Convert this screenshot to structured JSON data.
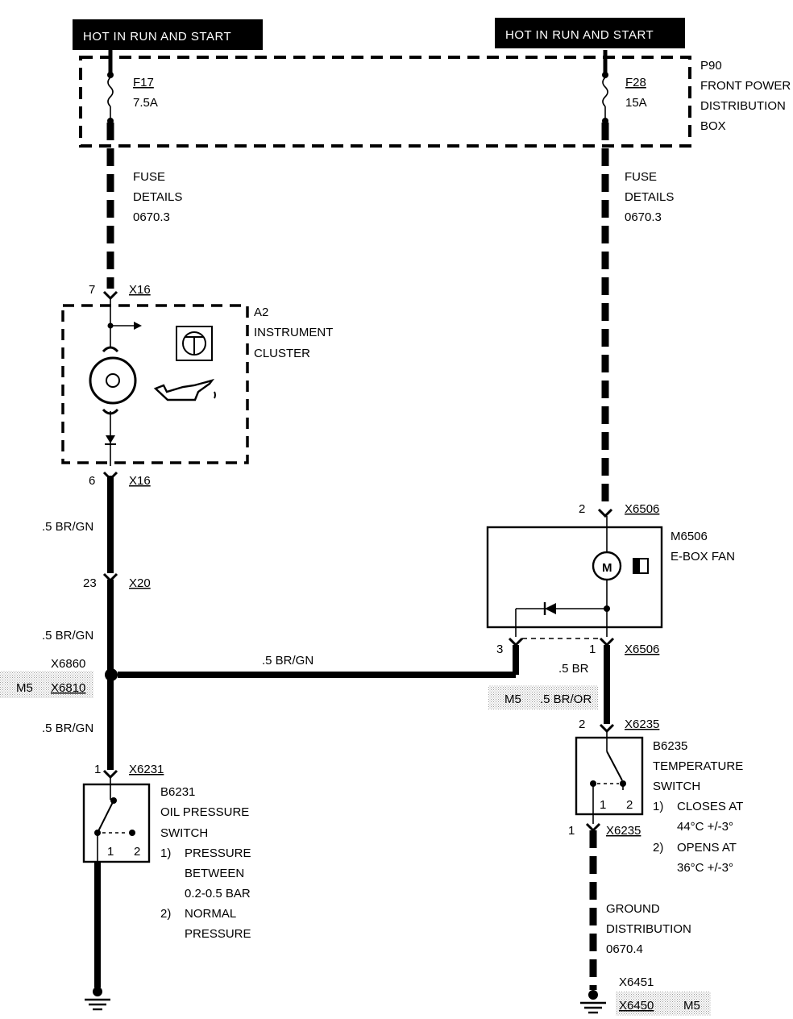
{
  "power": {
    "left_label": "HOT IN RUN AND START",
    "right_label": "HOT IN RUN AND START"
  },
  "fuse_box": {
    "id": "P90",
    "name_line1": "FRONT POWER",
    "name_line2": "DISTRIBUTION",
    "name_line3": "BOX",
    "left_fuse": {
      "id": "F17",
      "rating": "7.5A"
    },
    "right_fuse": {
      "id": "F28",
      "rating": "15A"
    }
  },
  "fuse_details_left": {
    "line1": "FUSE",
    "line2": "DETAILS",
    "line3": "0670.3"
  },
  "fuse_details_right": {
    "line1": "FUSE",
    "line2": "DETAILS",
    "line3": "0670.3"
  },
  "cluster": {
    "id": "A2",
    "line1": "INSTRUMENT",
    "line2": "CLUSTER",
    "pin_top": "7",
    "conn_top": "X16",
    "pin_bottom": "6",
    "conn_bottom": "X16"
  },
  "left_wires": {
    "w1": ".5 BR/GN",
    "conn_pin": "23",
    "conn": "X20",
    "w2": ".5 BR/GN",
    "splice_a": "X6860",
    "splice_m": "M5",
    "splice_b": "X6810",
    "w3": ".5 BR/GN",
    "cross": ".5 BR/GN"
  },
  "oil_switch": {
    "pin": "1",
    "conn": "X6231",
    "id": "B6231",
    "line1": "OIL PRESSURE",
    "line2": "SWITCH",
    "n1": "1)",
    "note1a": "PRESSURE",
    "note1b": "BETWEEN",
    "note1c": "0.2-0.5 BAR",
    "n2": "2)",
    "note2a": "NORMAL",
    "note2b": "PRESSURE",
    "c1": "1",
    "c2": "2"
  },
  "fan": {
    "pin_top": "2",
    "conn_top": "X6506",
    "id": "M6506",
    "name": "E-BOX FAN",
    "motor": "M",
    "pin_left": "3",
    "pin_right": "1",
    "conn_bottom": "X6506",
    "wire": ".5 BR",
    "m5_label": "M5",
    "m5_wire": ".5 BR/OR"
  },
  "temp_switch": {
    "pin_top": "2",
    "conn_top": "X6235",
    "id": "B6235",
    "line1": "TEMPERATURE",
    "line2": "SWITCH",
    "n1": "1)",
    "note1a": "CLOSES AT",
    "note1b": "44°C +/-3°",
    "n2": "2)",
    "note2a": "OPENS AT",
    "note2b": "36°C +/-3°",
    "c1": "1",
    "c2": "2",
    "pin_bottom": "1",
    "conn_bottom": "X6235"
  },
  "ground": {
    "line1": "GROUND",
    "line2": "DISTRIBUTION",
    "line3": "0670.4",
    "conn_a": "X6451",
    "conn_b": "X6450",
    "m5": "M5"
  }
}
